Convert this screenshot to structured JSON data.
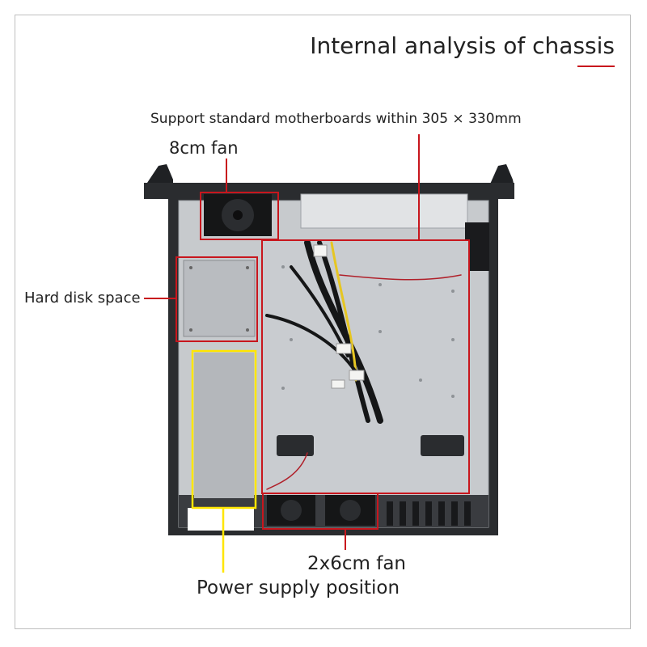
{
  "title": "Internal analysis of chassis",
  "colors": {
    "callout_red": "#c8161d",
    "callout_yellow": "#ffe600",
    "chassis_dark": "#2a2c2f",
    "tray_silver": "#c9ccd0"
  },
  "callouts": {
    "motherboard_support": "Support standard motherboards within 305 × 330mm",
    "fan_8cm": "8cm fan",
    "hard_disk_space": "Hard disk space",
    "fan_2x6cm": "2x6cm fan",
    "power_supply_position": "Power supply position"
  }
}
